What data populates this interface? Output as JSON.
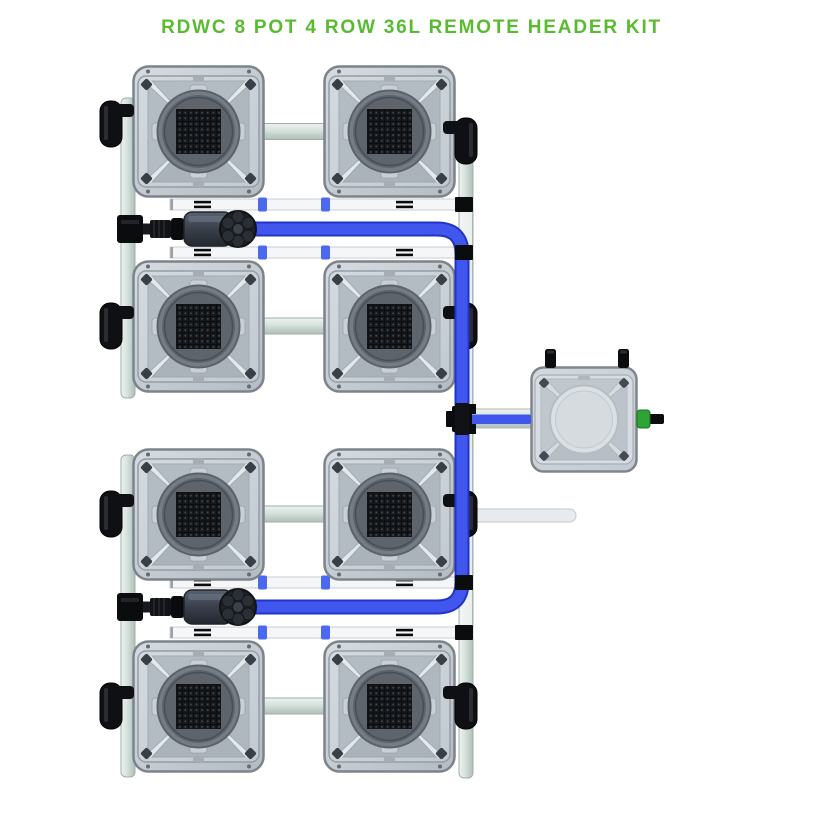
{
  "title": {
    "text": "RDWC 8 POT 4 ROW 36L REMOTE HEADER KIT"
  },
  "colors": {
    "title_green": "#58bc30",
    "tube_blue": "#4156ec",
    "tube_blue_shadow": "#2234c8",
    "clip_blue": "#4b69ee",
    "pipe_pale": "#d5e1db",
    "return_pipe_white": "#f4f6f7",
    "pot_gray": "#c9d0d6",
    "mesh_dark": "#16191d",
    "fitting_black": "#0b0c0e",
    "drain_fitting_green": "#2ea336"
  },
  "kit": {
    "system": "RDWC",
    "pot_count": 8,
    "row_count": 4,
    "pot_volume": "36L",
    "header_type": "REMOTE HEADER KIT"
  },
  "components": {
    "pot": "36l-pot-with-mesh-lid",
    "pump": "inline-water-pump",
    "tank": "remote-header-tank",
    "delivery_line": "blue-delivery-tubing",
    "return_line": "white-return-pipe",
    "manifold": "pale-manifold-pipe",
    "junction": "cross-junction-fitting",
    "drain_fitting": "green-drain-fitting"
  }
}
